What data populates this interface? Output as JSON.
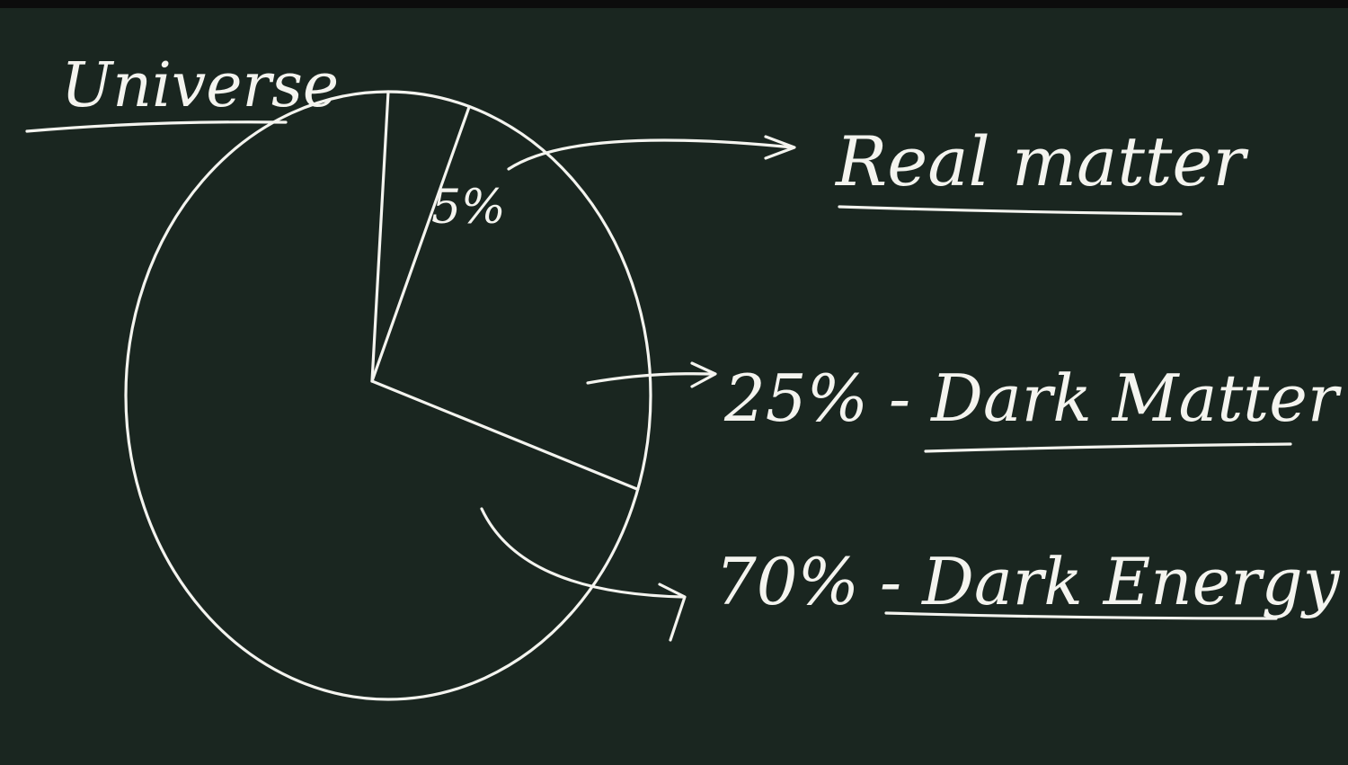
{
  "colors": {
    "board": "#1a2620",
    "chalk": "#f4f4ef",
    "top_bar": "#0c0c0c"
  },
  "title": "Universe",
  "chart_data": {
    "type": "pie",
    "title": "Universe",
    "slices": [
      {
        "label": "5%",
        "value": 5,
        "name": "Real matter"
      },
      {
        "label": "25%",
        "value": 25,
        "name": "Dark Matter"
      },
      {
        "label": "70%",
        "value": 70,
        "name": "Dark Energy"
      }
    ]
  },
  "labels": {
    "real_pct": "5%",
    "real_name": "Real matter",
    "dark_matter": "25% - Dark Matter",
    "dark_energy": "70% - Dark Energy"
  }
}
